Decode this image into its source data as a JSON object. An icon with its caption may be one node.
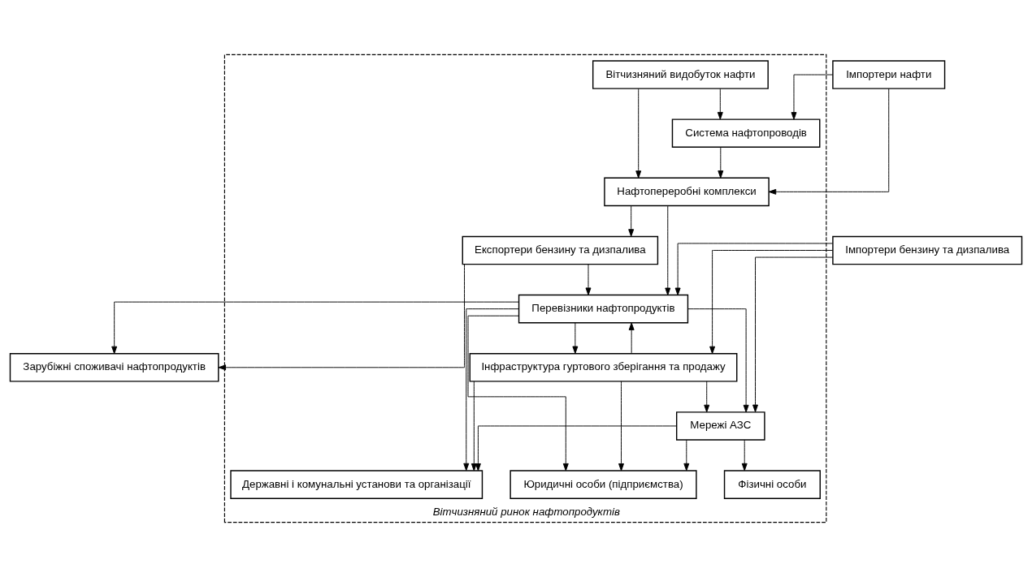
{
  "diagram": {
    "nodes": [
      {
        "text": [
          "Імпортери бензину та дизпалива"
        ]
      },
      {
        "text": [
          "Імпортери нафти"
        ]
      },
      {
        "text": [
          "Зарубіжні споживачі нафтопродуктів"
        ]
      },
      {
        "text": [
          "Вітчизняний ринок нафтопродуктів"
        ]
      },
      {
        "text": [
          "Нафтопереробні комплекси"
        ],
        "in": 3
      },
      {
        "text": [
          "Система нафтопроводів"
        ],
        "in": 3
      },
      {
        "text": [
          "Вітчизняний видобуток нафти"
        ],
        "in": 3
      },
      {
        "text": [
          "Перевізники нафтопродуктів"
        ],
        "in": 3
      },
      {
        "text": [
          "Інфраструктура гуртового зберігання та продажу"
        ],
        "in": 3
      },
      {
        "text": [
          "Експортери бензину та дизпалива"
        ],
        "in": 3
      },
      {
        "text": [
          "Мережі АЗС"
        ],
        "in": 3
      },
      {
        "text": [
          "Фізичні особи"
        ],
        "in": 3
      },
      {
        "text": [
          "Юридичні особи (підприємства)"
        ],
        "in": 3
      },
      {
        "text": [
          "Державні і комунальні установи та організації"
        ],
        "in": 3
      }
    ],
    "edges": [
      {
        "from": 0,
        "to": 7,
        "arrow": "to"
      },
      {
        "from": 0,
        "to": 8,
        "arrow": "to"
      },
      {
        "from": 0,
        "to": 10,
        "arrow": "to"
      },
      {
        "from": 1,
        "to": 4,
        "arrow": "to"
      },
      {
        "from": 1,
        "to": 5,
        "arrow": "to"
      },
      {
        "from": 5,
        "to": 4,
        "arrow": "to"
      },
      {
        "from": 6,
        "to": 5,
        "arrow": "to"
      },
      {
        "from": 6,
        "to": 4,
        "arrow": "to"
      },
      {
        "from": 4,
        "to": 7,
        "arrow": "to"
      },
      {
        "from": 4,
        "to": 9,
        "arrow": "to"
      },
      {
        "from": 9,
        "to": 7,
        "arrow": "to"
      },
      {
        "from": 9,
        "to": 2,
        "arrow": "to"
      },
      {
        "from": 7,
        "to": 2,
        "arrow": "to"
      },
      {
        "from": 7,
        "to": 8,
        "arrow": "to"
      },
      {
        "from": 8,
        "to": 7,
        "arrow": "to"
      },
      {
        "from": 8,
        "to": 10,
        "arrow": "to"
      },
      {
        "from": 8,
        "to": 13,
        "arrow": "to"
      },
      {
        "from": 8,
        "to": 12,
        "arrow": "to"
      },
      {
        "from": 7,
        "to": 10,
        "arrow": "to"
      },
      {
        "from": 10,
        "to": 11,
        "arrow": "to"
      },
      {
        "from": 7,
        "to": 12,
        "arrow": "to"
      },
      {
        "from": 7,
        "to": 13,
        "arrow": "to"
      },
      {
        "from": 10,
        "to": 12,
        "arrow": "to"
      },
      {
        "from": 10,
        "to": 13,
        "arrow": "to"
      }
    ]
  }
}
